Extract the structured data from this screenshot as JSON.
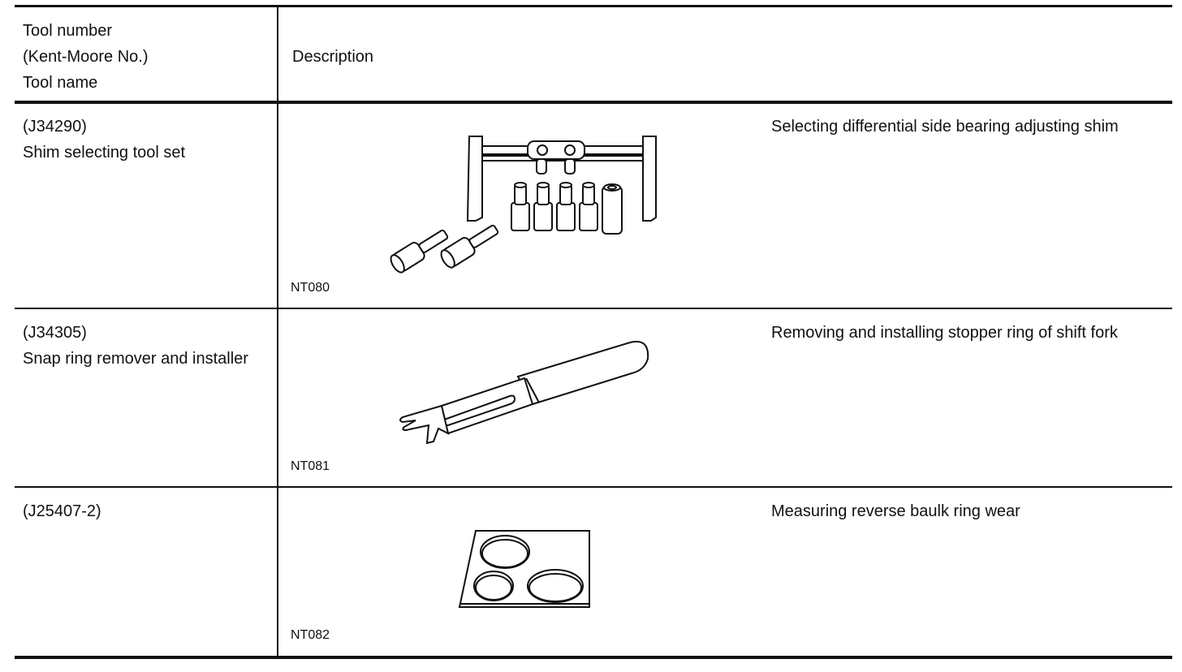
{
  "header": {
    "tool_col": [
      "Tool number",
      "(Kent-Moore No.)",
      "Tool name"
    ],
    "desc_col": "Description"
  },
  "rows": [
    {
      "number": "(J34290)",
      "name": "Shim selecting tool set",
      "code": "NT080",
      "description": "Selecting differential side bearing adjusting shim"
    },
    {
      "number": "(J34305)",
      "name": "Snap ring remover and installer",
      "code": "NT081",
      "description": "Removing and installing stopper ring of shift fork"
    },
    {
      "number": "(J25407-2)",
      "name": "",
      "code": "NT082",
      "description": "Measuring reverse baulk ring wear"
    }
  ]
}
